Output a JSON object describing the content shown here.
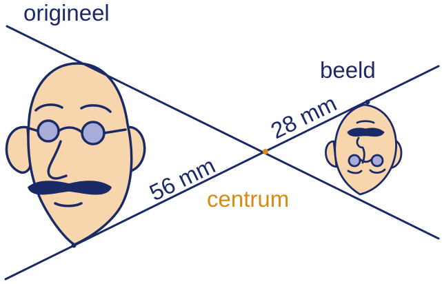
{
  "labels": {
    "original": "origineel",
    "image": "beeld",
    "center": "centrum",
    "distance_original": "56 mm",
    "distance_image": "28 mm"
  },
  "colors": {
    "navy": "#1a2a66",
    "skin": "#f7d5ad",
    "glasses": "#a9acd8",
    "center": "#d98a12",
    "background": "#ffffff"
  },
  "icons": {
    "large_face": "cartoon-face-with-glasses-and-mustache",
    "small_face": "inverted-cartoon-face"
  }
}
